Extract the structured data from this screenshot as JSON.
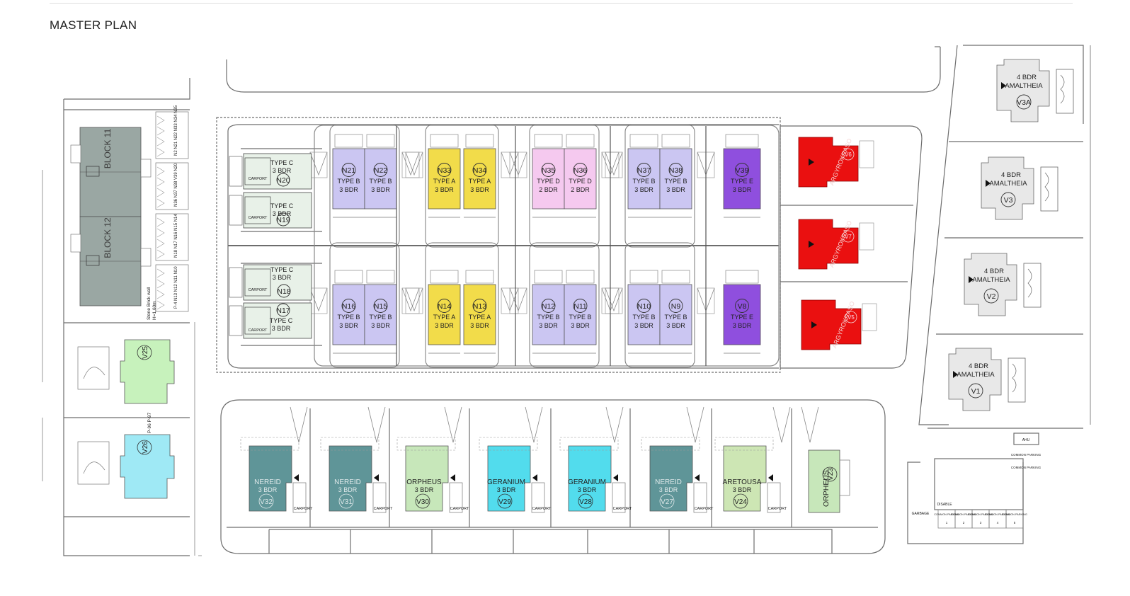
{
  "page": {
    "title": "MASTER PLAN"
  },
  "colors": {
    "typeA": "#f2dc4a",
    "typeB": "#cbc6f2",
    "typeD": "#f5c9ef",
    "typeE": "#8f4fde",
    "red": "#ea1010",
    "nereid": "#5f9598",
    "orpheus": "#c7e7ba",
    "geranium": "#52dced",
    "aretousa": "#cde6b4",
    "amaltheia": "#e8e8e8",
    "block": "#9aa7a3",
    "v25": "#c7f2bc",
    "v26": "#9fe9f5"
  },
  "blocks": [
    {
      "id": "block-11",
      "label": "BLOCK 11"
    },
    {
      "id": "block-12",
      "label": "BLOCK 12"
    }
  ],
  "stone_wall_note": [
    "Stone Brick wall",
    "H=1,60m"
  ],
  "parking_west_labels": [
    "N2 N21 N22 N33 N34 N35",
    "N36 N37 N38 V39 N20",
    "N18 N17 N16 N15 N14",
    "P-4 N13 N12 N11 N10"
  ],
  "parking_v25": "P-96 P-97",
  "north_units": [
    {
      "code": "N21",
      "type": "TYPE B",
      "bdr": "3 BDR",
      "color": "typeB"
    },
    {
      "code": "N22",
      "type": "TYPE B",
      "bdr": "3 BDR",
      "color": "typeB"
    },
    {
      "code": "N33",
      "type": "TYPE A",
      "bdr": "3 BDR",
      "color": "typeA"
    },
    {
      "code": "N34",
      "type": "TYPE A",
      "bdr": "3 BDR",
      "color": "typeA"
    },
    {
      "code": "N35",
      "type": "TYPE D",
      "bdr": "2 BDR",
      "color": "typeD"
    },
    {
      "code": "N36",
      "type": "TYPE D",
      "bdr": "2 BDR",
      "color": "typeD"
    },
    {
      "code": "N37",
      "type": "TYPE B",
      "bdr": "3 BDR",
      "color": "typeB"
    },
    {
      "code": "N38",
      "type": "TYPE B",
      "bdr": "3 BDR",
      "color": "typeB"
    },
    {
      "code": "V39",
      "type": "TYPE E",
      "bdr": "3 BDR",
      "color": "typeE"
    }
  ],
  "south_units": [
    {
      "code": "N16",
      "type": "TYPE B",
      "bdr": "3 BDR",
      "color": "typeB"
    },
    {
      "code": "N15",
      "type": "TYPE B",
      "bdr": "3 BDR",
      "color": "typeB"
    },
    {
      "code": "N14",
      "type": "TYPE A",
      "bdr": "3 BDR",
      "color": "typeA"
    },
    {
      "code": "N13",
      "type": "TYPE A",
      "bdr": "3 BDR",
      "color": "typeA"
    },
    {
      "code": "N12",
      "type": "TYPE B",
      "bdr": "3 BDR",
      "color": "typeB"
    },
    {
      "code": "N11",
      "type": "TYPE B",
      "bdr": "3 BDR",
      "color": "typeB"
    },
    {
      "code": "N10",
      "type": "TYPE B",
      "bdr": "3 BDR",
      "color": "typeB"
    },
    {
      "code": "N9",
      "type": "TYPE B",
      "bdr": "3 BDR",
      "color": "typeB"
    },
    {
      "code": "V8",
      "type": "TYPE E",
      "bdr": "3 BDR",
      "color": "typeE"
    }
  ],
  "type_c_units": [
    {
      "code": "N20",
      "type": "TYPE C",
      "bdr": "3 BDR"
    },
    {
      "code": "N19",
      "type": "TYPE C",
      "bdr": "3 BDR"
    },
    {
      "code": "N18",
      "type": "TYPE C",
      "bdr": "3 BDR"
    },
    {
      "code": "N17",
      "type": "TYPE C",
      "bdr": "3 BDR"
    }
  ],
  "carport_label": "CARPORT",
  "red_villas": [
    {
      "code": "V6",
      "name": "ARGYROKRASO"
    },
    {
      "code": "V7",
      "name": "ARGYROKRASO"
    },
    {
      "code": "V5",
      "name": "ARGYROKRASO"
    }
  ],
  "east_villas": [
    {
      "code": "V3A",
      "name": "AMALTHEIA",
      "bdr": "4 BDR"
    },
    {
      "code": "V3",
      "name": "AMALTHEIA",
      "bdr": "4 BDR"
    },
    {
      "code": "V2",
      "name": "AMALTHEIA",
      "bdr": "4 BDR"
    },
    {
      "code": "V1",
      "name": "AMALTHEIA",
      "bdr": "4 BDR"
    }
  ],
  "west_villas": [
    {
      "code": "V25"
    },
    {
      "code": "V26"
    }
  ],
  "bottom_villas": [
    {
      "code": "V32",
      "name": "NEREID",
      "bdr": "3 BDR",
      "color": "nereid"
    },
    {
      "code": "V31",
      "name": "NEREID",
      "bdr": "3 BDR",
      "color": "nereid"
    },
    {
      "code": "V30",
      "name": "ORPHEUS",
      "bdr": "3 BDR",
      "color": "orpheus"
    },
    {
      "code": "V29",
      "name": "GERANIUM",
      "bdr": "3 BDR",
      "color": "geranium"
    },
    {
      "code": "V28",
      "name": "GERANIUM",
      "bdr": "3 BDR",
      "color": "geranium"
    },
    {
      "code": "V27",
      "name": "NEREID",
      "bdr": "3 BDR",
      "color": "nereid"
    },
    {
      "code": "V24",
      "name": "ARETOUSA",
      "bdr": "3 BDR",
      "color": "aretousa"
    },
    {
      "code": "V23",
      "name": "ORPHEUS",
      "bdr": "",
      "color": "orpheus"
    }
  ],
  "parking_area": {
    "garbage": "GARBAGE",
    "ahu": "AHU",
    "disable": "DISABLE",
    "common": [
      "COMMON PARKING 1",
      "COMMON PARKING 2",
      "COMMON PARKING 3",
      "COMMON PARKING 4",
      "COMMON PARKING 5"
    ],
    "common_side": [
      "COMMON PARKING",
      "COMMON PARKING"
    ]
  }
}
